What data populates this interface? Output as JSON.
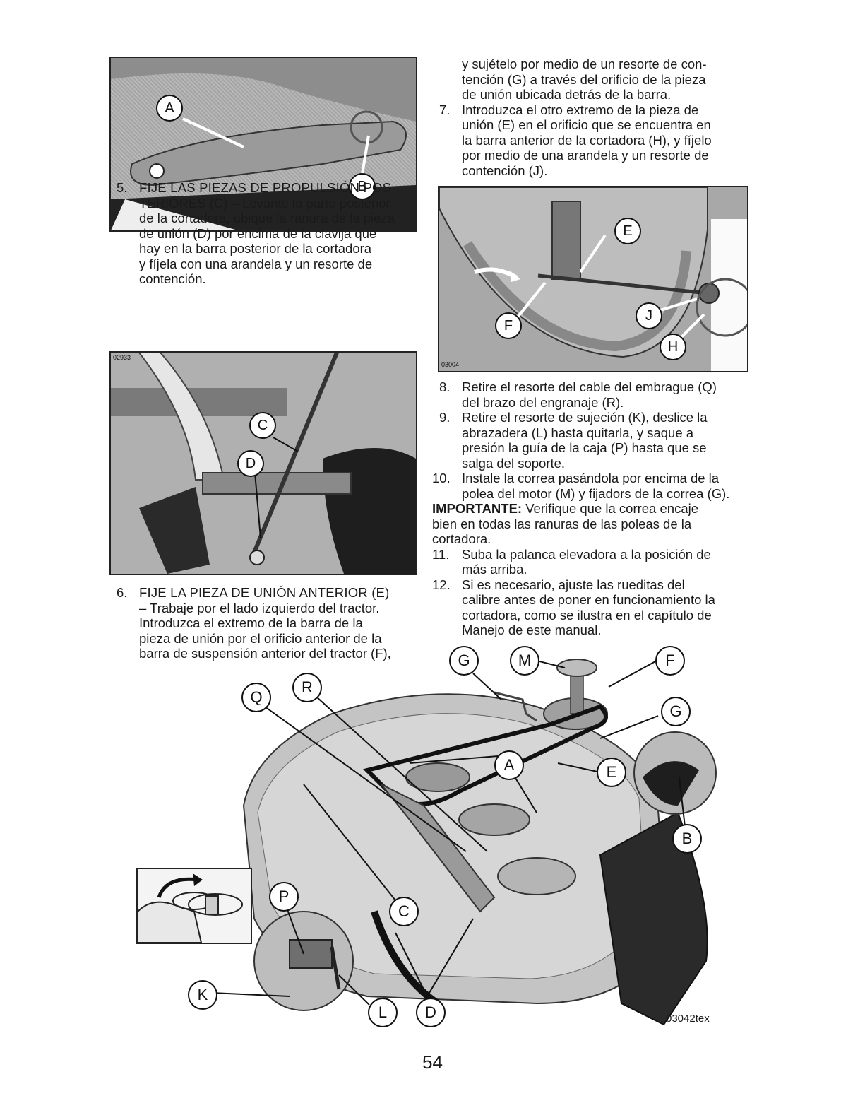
{
  "top_photo": {
    "labels": [
      "A",
      "B"
    ]
  },
  "step5": {
    "num": "5.",
    "head": "FIJE LAS PIEZAS DE PROPULSIÓN POS-",
    "lines": [
      "TERIORES (C) – Levante la parte posterior",
      "de la cortadora, ubique la ranura de la pieza",
      "de unión (D) por encima de la clavija que",
      "hay en la barra posterior de la cortadora",
      "y fíjela con una arandela y un resorte de",
      "contención."
    ]
  },
  "mid_photo": {
    "code": "02933",
    "labels": [
      "C",
      "D"
    ]
  },
  "step6": {
    "num": "6.",
    "head": "FIJE LA PIEZA DE UNIÓN ANTERIOR (E)",
    "lines": [
      "– Trabaje por el lado izquierdo del tractor.",
      "Introduzca el extremo de la barra de la",
      "pieza de unión por el orificio anterior de la",
      "barra de suspensión anterior del tractor (F),"
    ]
  },
  "step6_cont": {
    "lines": [
      "y sujételo por medio de un resorte de con-",
      "tención (G) a través del orificio de la pieza",
      "de unión ubicada detrás de la barra."
    ]
  },
  "step7": {
    "num": "7.",
    "lines": [
      "Introduzca el otro extremo de la pieza de",
      "unión (E) en el orificio que se encuentra en",
      "la barra anterior de la cortadora (H), y fíjelo",
      "por medio de una arandela y un resorte de",
      "contención (J)."
    ]
  },
  "right_photo": {
    "code": "03004",
    "labels": [
      "E",
      "F",
      "J",
      "H"
    ]
  },
  "step8": {
    "num": "8.",
    "lines": [
      "Retire el resorte del cable del embrague (Q)",
      "del brazo del engranaje (R)."
    ]
  },
  "step9": {
    "num": "9.",
    "lines": [
      "Retire el resorte de sujeción (K), deslice la",
      "abrazadera (L) hasta quitarla, y saque a",
      "presión la guía de la caja (P) hasta que se",
      "salga del soporte."
    ]
  },
  "step10": {
    "num": "10.",
    "lines": [
      "Instale la correa pasándola por encima de la",
      "polea del motor (M) y fijadors de la correa (G)."
    ]
  },
  "important": {
    "label": "IMPORTANTE:",
    "text": " Verifique que la correa encaje",
    "lines": [
      "bien en todas las ranuras de las poleas de la",
      "cortadora."
    ]
  },
  "step11": {
    "num": "11.",
    "lines": [
      "Suba la palanca elevadora a la posición de",
      "más arriba."
    ]
  },
  "step12": {
    "num": "12.",
    "lines": [
      "Si es necesario, ajuste las rueditas del",
      "calibre antes de poner en funcionamiento la",
      "cortadora, como se ilustra en el capítulo de",
      "Manejo de este manual."
    ]
  },
  "bottom_figure": {
    "code": "03042tex",
    "labels": [
      "G",
      "M",
      "F",
      "Q",
      "R",
      "G",
      "A",
      "E",
      "B",
      "P",
      "C",
      "K",
      "L",
      "D"
    ]
  },
  "page_number": "54"
}
